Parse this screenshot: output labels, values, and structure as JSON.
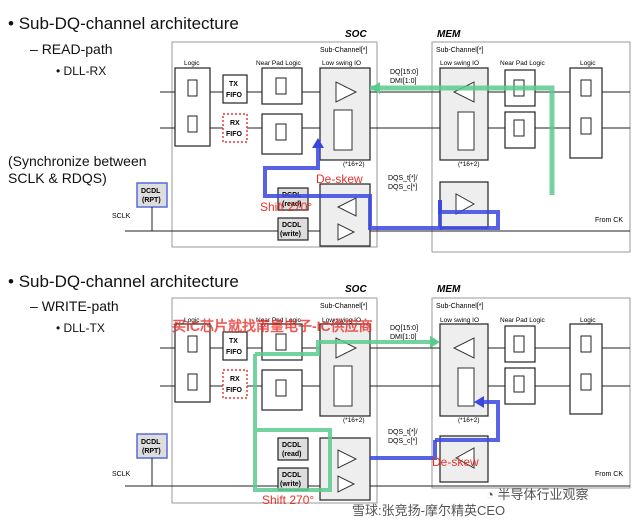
{
  "top": {
    "bullet1": "Sub-DQ-channel architecture",
    "bullet2": "READ-path",
    "bullet3": "DLL-RX",
    "sync_line1": "(Synchronize between",
    "sync_line2": "SCLK & RDQS)",
    "soc_label": "SOC",
    "mem_label": "MEM",
    "soc_subchannel": "Sub-Channel[*]",
    "mem_subchannel": "Sub-Channel[*]",
    "soc_logic": "Logic",
    "soc_nearpad": "Near Pad Logic",
    "soc_lowswing": "Low swing IO",
    "mem_lowswing": "Low swing IO",
    "mem_nearpad": "Near Pad Logic",
    "mem_logic": "Logic",
    "tx_fifo_1": "TX",
    "tx_fifo_2": "FIFO",
    "rx_fifo_1": "RX",
    "rx_fifo_2": "FIFO",
    "dq_label": "DQ[15:0]",
    "dmi_label": "DMI[1:0]",
    "soc_count": "(*16+2)",
    "mem_count": "(*16+2)",
    "dqs_t": "DQS_t[*]/",
    "dqs_c": "DQS_c[*]",
    "dcdl_rpt_1": "DCDL",
    "dcdl_rpt_2": "(RPT)",
    "dcdl_read_1": "DCDL",
    "dcdl_read_2": "(read)",
    "dcdl_write_1": "DCDL",
    "dcdl_write_2": "(write)",
    "sclk": "SCLK",
    "from_ck": "From CK",
    "deskew": "De-skew",
    "shift": "Shift 270°"
  },
  "bottom": {
    "bullet1": "Sub-DQ-channel architecture",
    "bullet2": "WRITE-path",
    "bullet3": "DLL-TX",
    "soc_label": "SOC",
    "mem_label": "MEM",
    "soc_subchannel": "Sub-Channel[*]",
    "mem_subchannel": "Sub-Channel[*]",
    "soc_logic": "Logic",
    "soc_nearpad": "Near Pad Logic",
    "soc_lowswing": "Low swing IO",
    "mem_lowswing": "Low swing IO",
    "mem_nearpad": "Near Pad Logic",
    "mem_logic": "Logic",
    "tx_fifo_1": "TX",
    "tx_fifo_2": "FIFO",
    "rx_fifo_1": "RX",
    "rx_fifo_2": "FIFO",
    "dq_label": "DQ[15:0]",
    "dmi_label": "DMI[1:0]",
    "soc_count": "(*16+2)",
    "mem_count": "(*16+2)",
    "dqs_t": "DQS_t[*]/",
    "dqs_c": "DQS_c[*]",
    "dcdl_rpt_1": "DCDL",
    "dcdl_rpt_2": "(RPT)",
    "dcdl_read_1": "DCDL",
    "dcdl_read_2": "(read)",
    "dcdl_write_1": "DCDL",
    "dcdl_write_2": "(write)",
    "sclk": "SCLK",
    "from_ck": "From CK",
    "deskew": "De-skew",
    "shift": "Shift 270°"
  },
  "watermark": "买IC芯片就找南皇电子-IC供应商",
  "footer_left": "雪球:张竞扬-摩尔精英CEO",
  "footer_right": "半导体行业观察",
  "colors": {
    "read_path": "#3b46e0",
    "write_path": "#5cc98f",
    "annotation": "#e8302a",
    "box_border": "#222222",
    "panel_border": "#999999"
  }
}
